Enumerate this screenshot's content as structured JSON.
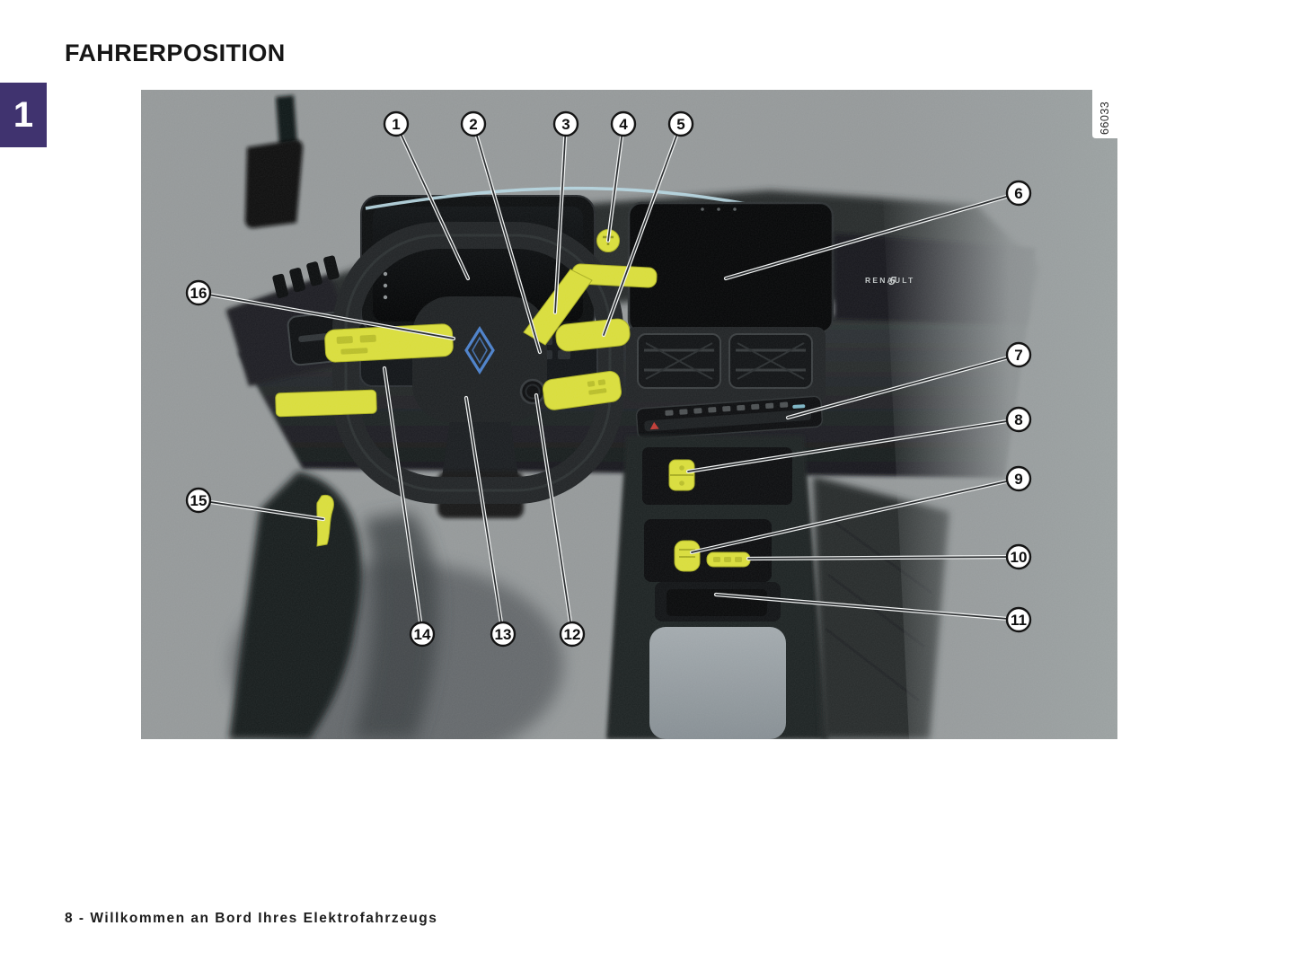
{
  "page": {
    "title": "FAHRERPOSITION",
    "chapter_tab": "1",
    "footer": "8 - Willkommen an Bord Ihres Elektrofahrzeugs"
  },
  "figure": {
    "image_code": "66033",
    "brand_label": "RENAULT",
    "brand_model_digit": "5",
    "callouts": [
      "1",
      "2",
      "3",
      "4",
      "5",
      "6",
      "7",
      "8",
      "9",
      "10",
      "11",
      "12",
      "13",
      "14",
      "15",
      "16"
    ],
    "colors": {
      "highlight_yellow": "#d9dd3a",
      "trim_blue": "#b4d4de",
      "chapter_purple": "#40336f",
      "photo_background_grey": "#949899",
      "renault_logo_blue": "#4a7fc9"
    }
  }
}
